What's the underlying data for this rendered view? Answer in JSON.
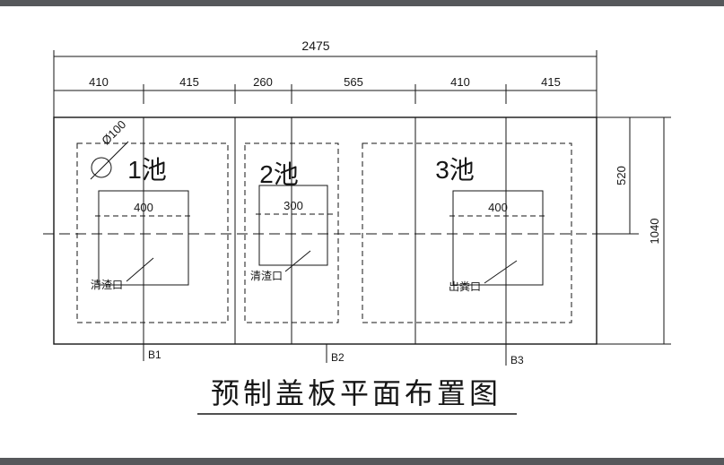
{
  "title": {
    "text": "预制盖板平面布置图"
  },
  "top_dimensions": {
    "total": "2475",
    "segments": [
      "410",
      "415",
      "260",
      "565",
      "410",
      "415"
    ]
  },
  "right_dimensions": {
    "upper": "520",
    "total": "1040"
  },
  "pools": [
    {
      "name": "1池",
      "opening_width": "400",
      "port_label": "清渣口"
    },
    {
      "name": "2池",
      "opening_width": "300",
      "port_label": "清渣口"
    },
    {
      "name": "3池",
      "opening_width": "400",
      "port_label": "出粪口"
    }
  ],
  "axes": [
    "B1",
    "B2",
    "B3"
  ],
  "hole": {
    "label": "Ø100"
  }
}
